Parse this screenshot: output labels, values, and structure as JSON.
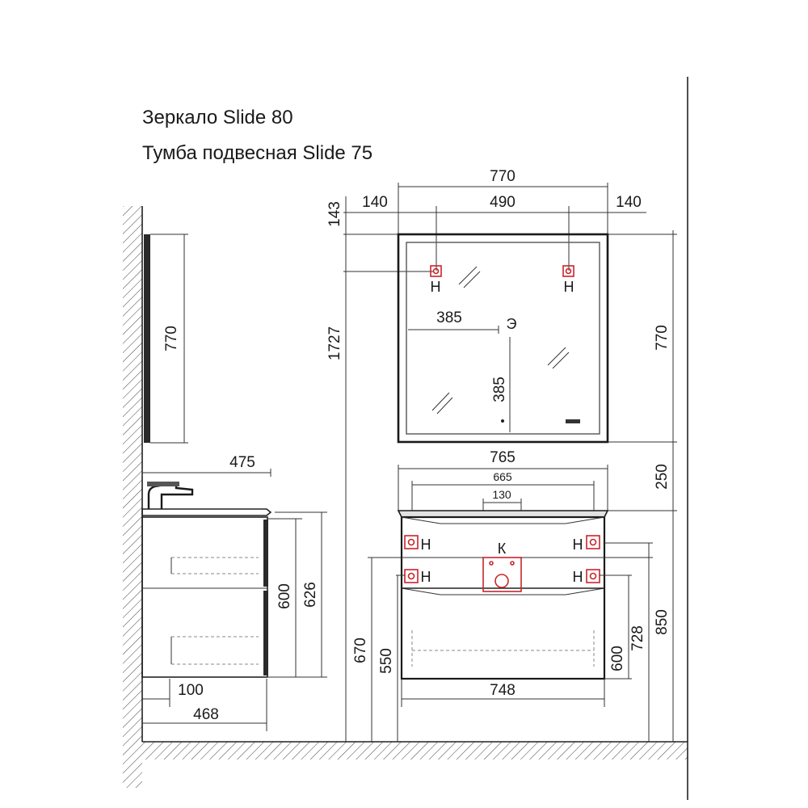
{
  "titles": {
    "mirror": "Зеркало Slide 80",
    "cabinet": "Тумба подвесная Slide 75"
  },
  "dimensions": {
    "overall_width": "770",
    "left_offset": "140",
    "center_span": "490",
    "right_offset": "140",
    "top_offset": "143",
    "total_height": "1727",
    "mirror_height_front": "770",
    "mirror_height_side": "770",
    "socket_horizontal": "385",
    "socket_vertical": "385",
    "cabinet_width": "765",
    "inner_span": "665",
    "drain_width": "130",
    "gap_to_mirror": "250",
    "drawer_width": "748",
    "side_depth_top": "475",
    "side_height_600": "600",
    "side_height_626": "626",
    "side_offset_100": "100",
    "side_depth_bottom": "468",
    "height_670": "670",
    "height_550": "550",
    "height_600": "600",
    "height_728": "728",
    "height_850": "850"
  },
  "labels": {
    "water": "Н",
    "sewer": "К",
    "electric": "Э"
  },
  "colors": {
    "line": "#1a1a1a",
    "connection": "#c8262c",
    "background": "#ffffff"
  }
}
